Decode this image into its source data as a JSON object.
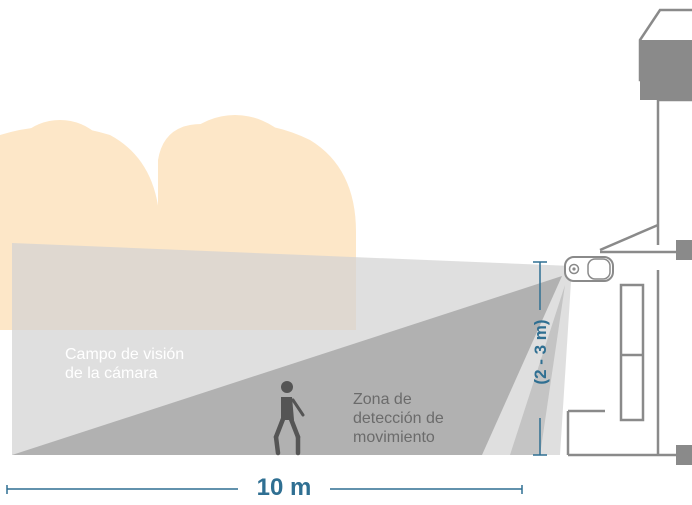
{
  "labels": {
    "field_of_view_line1": "Campo de visión",
    "field_of_view_line2": "de la cámara",
    "motion_zone_line1": "Zona de",
    "motion_zone_line2": "detección de",
    "motion_zone_line3": "movimiento",
    "height_range": "(2 - 3 m)",
    "distance": "10 m"
  },
  "icons": {
    "camera": "security-camera-icon",
    "person": "walking-person-icon",
    "trees": "tree-silhouette-icon",
    "house": "house-wall-icon"
  },
  "colors": {
    "accent_dimension": "#2f6f92",
    "tree_fill": "#fde7c8",
    "field_of_view": "#d3d3d3",
    "motion_zone": "#a9a9a9",
    "house_outline": "#8a8a8a",
    "label_text": "#6b6b6b"
  }
}
